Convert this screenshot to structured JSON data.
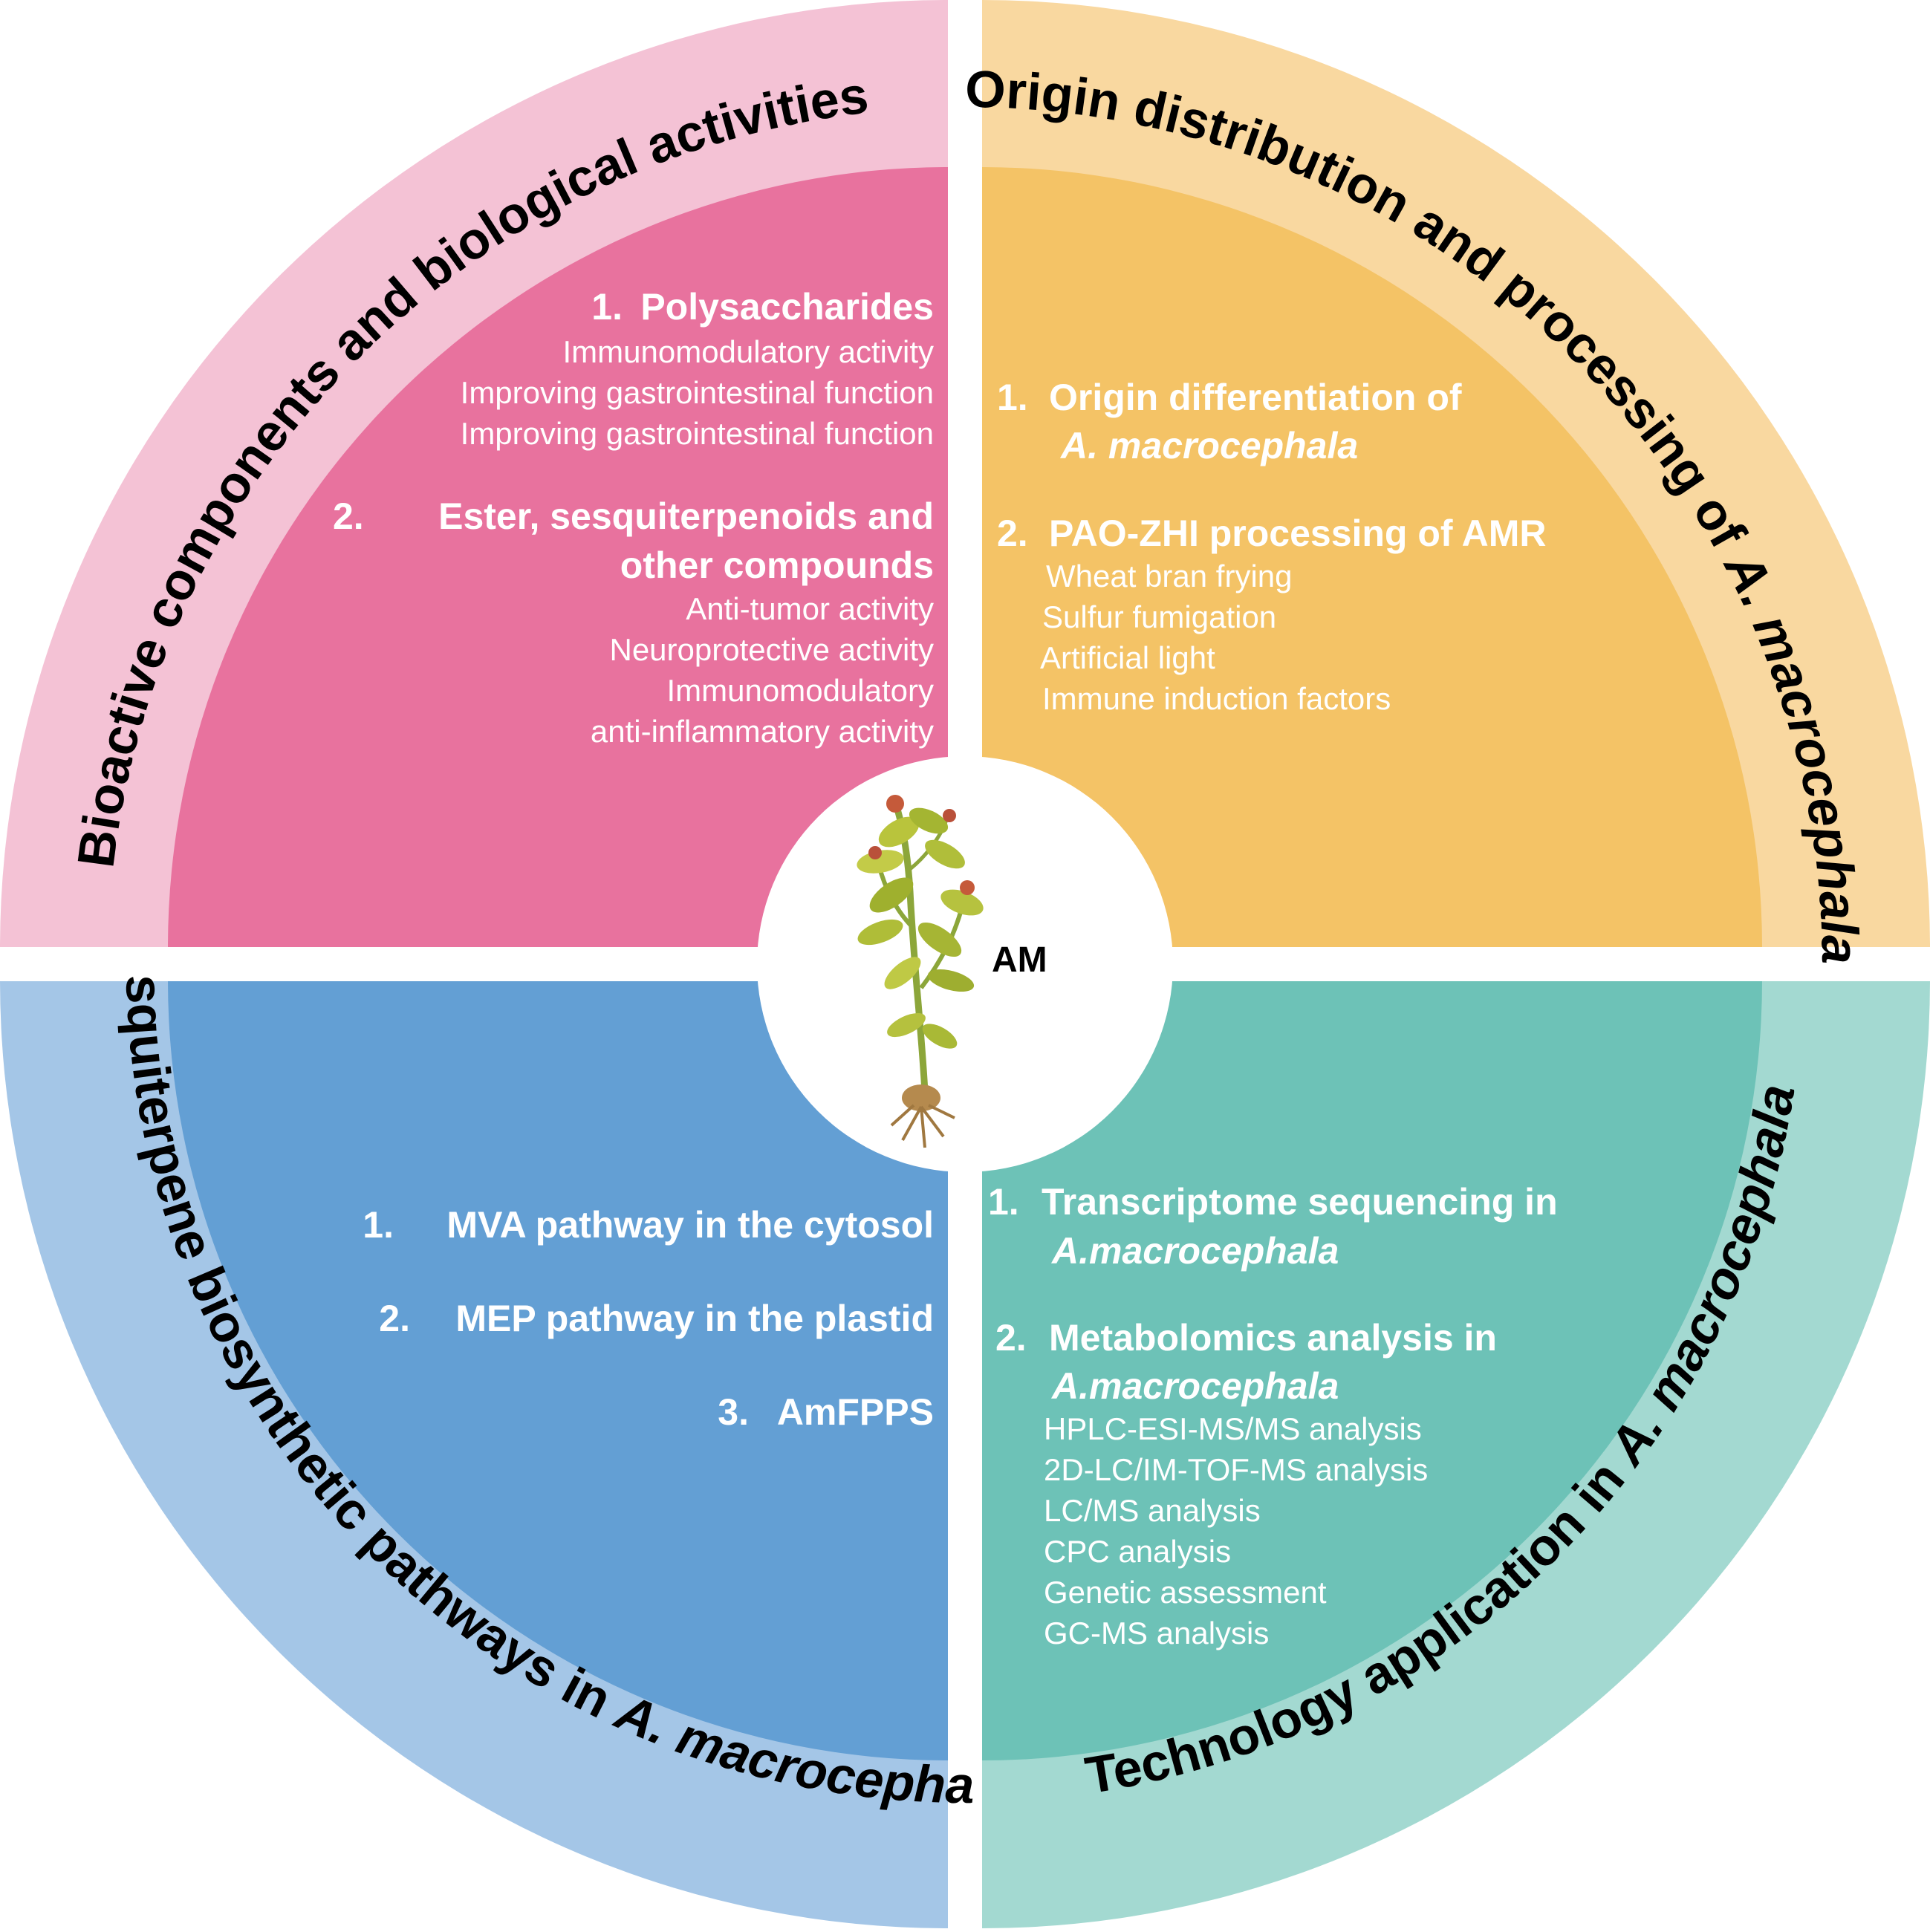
{
  "center": {
    "label": "AM"
  },
  "colors": {
    "pink_outer": "#F4C2D5",
    "pink_inner": "#E8729E",
    "orange_outer": "#F9D8A0",
    "orange_inner": "#F4C366",
    "blue_outer": "#A4C6E7",
    "blue_inner": "#639FD4",
    "teal_outer": "#A3D9D1",
    "teal_inner": "#6DC2B7"
  },
  "quadrants": {
    "top_left": {
      "title": "Bioactive components and biological activities",
      "groups": [
        {
          "number": "1.",
          "heading": [
            "Polysaccharides"
          ],
          "items": [
            "Immunomodulatory activity",
            "Improving gastrointestinal function",
            "Improving gastrointestinal function"
          ]
        },
        {
          "number": "2.",
          "heading": [
            "Ester, sesquiterpenoids and",
            "other compounds"
          ],
          "items": [
            "Anti-tumor activity",
            "Neuroprotective activity",
            "Immunomodulatory",
            "anti-inflammatory activity"
          ]
        }
      ]
    },
    "top_right": {
      "title_plain": "Origin distribution and processing of ",
      "title_italic": "A. macrocephala",
      "groups": [
        {
          "number": "1.",
          "heading": "Origin differentiation of",
          "heading_italic": "A. macrocephala",
          "items": []
        },
        {
          "number": "2.",
          "heading": "PAO-ZHI processing of AMR",
          "heading_italic": "",
          "items": [
            "Wheat bran frying",
            "Sulfur fumigation",
            "Artificial light",
            "Immune induction factors"
          ]
        }
      ]
    },
    "bottom_left": {
      "title_plain": "Sesquiterpene biosynthetic pathways in ",
      "title_italic": "A. macrocephala",
      "items": [
        {
          "number": "1.",
          "text": "MVA pathway in the cytosol"
        },
        {
          "number": "2.",
          "text": "MEP pathway in the plastid"
        },
        {
          "number": "3.",
          "text": "AmFPPS"
        }
      ]
    },
    "bottom_right": {
      "title_plain": "Technology application in ",
      "title_italic": "A. macrocephala",
      "groups": [
        {
          "number": "1.",
          "heading": "Transcriptome sequencing in",
          "heading_italic": "A.macrocephala",
          "items": []
        },
        {
          "number": "2.",
          "heading": "Metabolomics analysis in",
          "heading_italic": "A.macrocephala",
          "items": [
            "HPLC-ESI-MS/MS analysis",
            "2D-LC/IM-TOF-MS analysis",
            "LC/MS analysis",
            "CPC analysis",
            "Genetic assessment",
            "GC-MS analysis"
          ]
        }
      ]
    }
  }
}
